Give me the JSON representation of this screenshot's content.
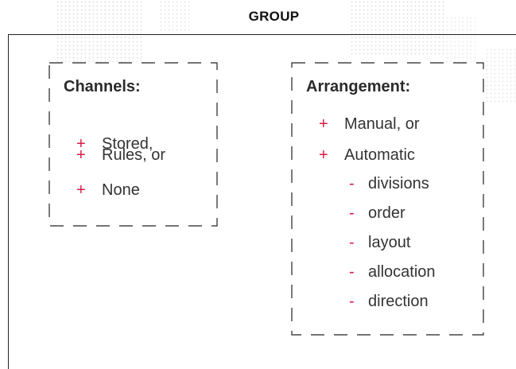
{
  "group": {
    "title": "GROUP"
  },
  "channels": {
    "title": "Channels:",
    "items": [
      "Stored,",
      "Rules, or",
      "None"
    ]
  },
  "arrangement": {
    "title": "Arrangement:",
    "items": [
      "Manual, or",
      "Automatic"
    ],
    "sub_items": [
      "divisions",
      "order",
      "layout",
      "allocation",
      "direction"
    ]
  },
  "markers": {
    "plus": "+",
    "dash": "-"
  },
  "colors": {
    "accent": "#d81b45",
    "text": "#333333",
    "frame": "#222222",
    "dots": "#dcdcdc"
  }
}
